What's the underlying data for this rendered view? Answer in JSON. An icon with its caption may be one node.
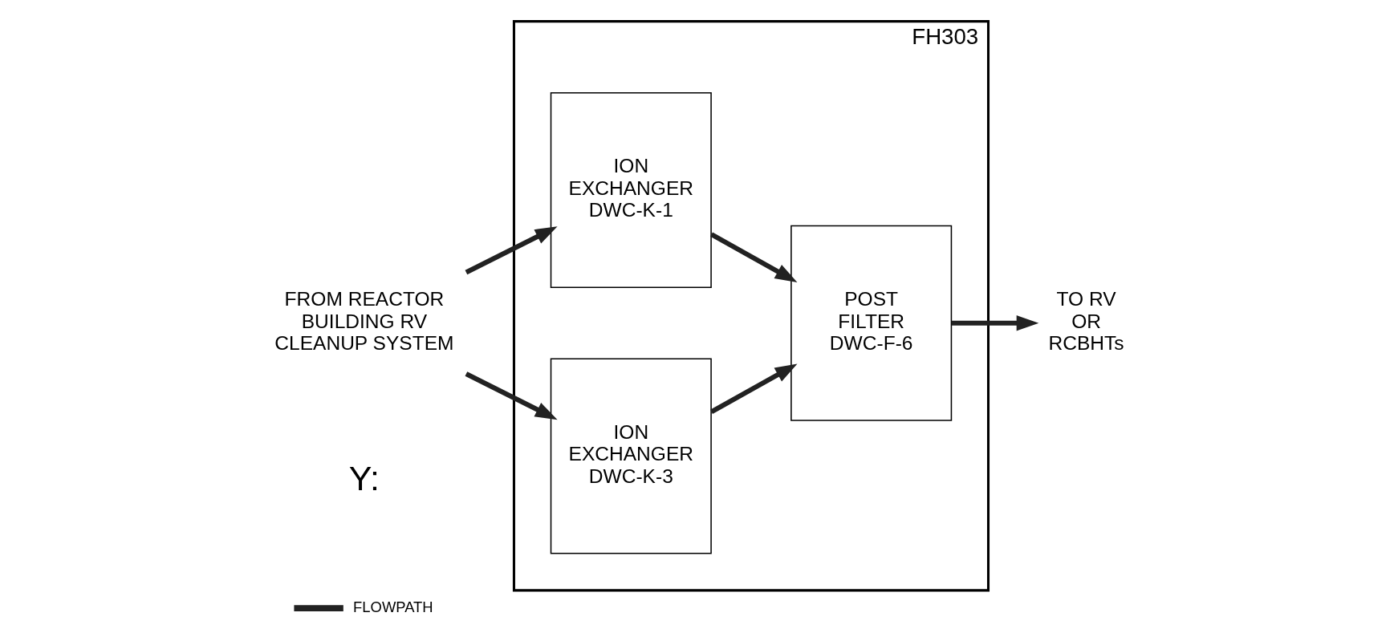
{
  "diagram": {
    "nodes": [
      {
        "text": [
          "FH303"
        ]
      },
      {
        "text": [
          "FROM REACTOR BUILDING RV CLEANUP SYSTEM"
        ]
      },
      {
        "text": [
          "ION EXCHANGER DWC-K-1"
        ],
        "in": 0
      },
      {
        "text": [
          "ION EXCHANGER DWC-K-3"
        ],
        "in": 0
      },
      {
        "text": [
          "POST FILTER DWC-F-6"
        ],
        "in": 0
      },
      {
        "text": [
          "TO RV OR RCBHTs"
        ]
      }
    ],
    "edges": [
      {
        "from": 1,
        "to": 2,
        "arrow": "to"
      },
      {
        "from": 1,
        "to": 3,
        "arrow": "to"
      },
      {
        "from": 2,
        "to": 4,
        "arrow": "to"
      },
      {
        "from": 3,
        "to": 4,
        "arrow": "to"
      },
      {
        "from": 4,
        "to": 5,
        "arrow": "to"
      }
    ],
    "labels": [
      "Y:"
    ],
    "legend": [
      {
        "text": "FLOWPATH"
      }
    ]
  }
}
